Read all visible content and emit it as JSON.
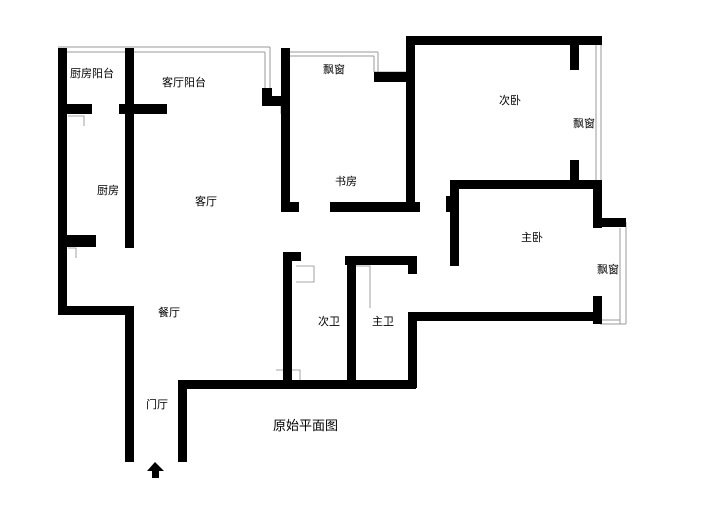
{
  "title": "原始平面图",
  "rooms": {
    "kitchen_balcony": "厨房阳台",
    "living_balcony": "客厅阳台",
    "kitchen": "厨房",
    "living_room": "客厅",
    "dining_room": "餐厅",
    "foyer": "门厅",
    "bay_window_study": "飘窗",
    "study": "书房",
    "second_bedroom": "次卧",
    "bay_window_second": "飘窗",
    "master_bedroom": "主卧",
    "bay_window_master": "飘窗",
    "second_bath": "次卫",
    "master_bath": "主卫"
  },
  "entrance_icon": "entrance-arrow-icon"
}
